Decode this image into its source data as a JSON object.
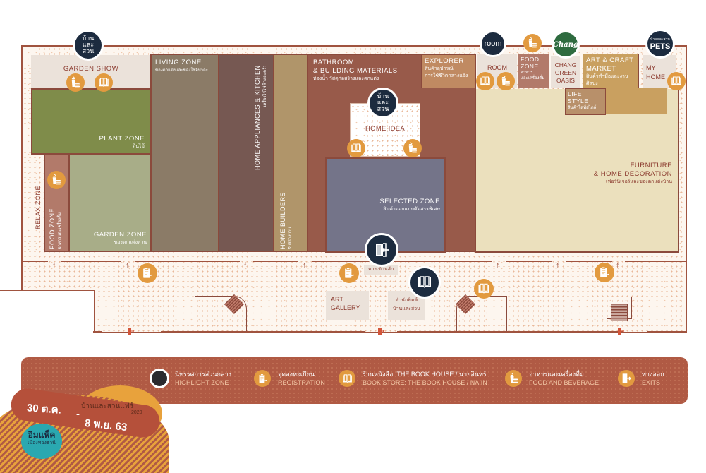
{
  "map": {
    "logos": {
      "baan_lae_suan": "บ้าน และ สวน",
      "room": "room",
      "chang": "Chang",
      "pets_small": "บ้านและสวน",
      "pets": "PETS"
    },
    "zones": {
      "garden_show": {
        "title": "GARDEN SHOW"
      },
      "plant_zone": {
        "title": "PLANT ZONE",
        "sub": "ต้นไม้"
      },
      "living_zone": {
        "title": "LIVING ZONE",
        "sub": "ของตกแต่งและของใช้จิปาถะ"
      },
      "home_appliances": {
        "title": "HOME APPLIANCES & KITCHEN",
        "sub": "เครื่องใช้ไฟฟ้าและครัว"
      },
      "home_builders": {
        "title": "HOME BUILDERS",
        "sub": "รับสร้างบ้าน"
      },
      "bathroom": {
        "title1": "BATHROOM",
        "title2": "& BUILDING MATERIALS",
        "sub": "ห้องน้ำ วัสดุก่อสร้างและตกแต่ง"
      },
      "explorer": {
        "title": "EXPLORER",
        "sub1": "สินค้าอุปกรณ์",
        "sub2": "การใช้ชีวิตกลางแจ้ง"
      },
      "home_idea": {
        "title": "HOME IDEA"
      },
      "selected_zone": {
        "title": "SELECTED ZONE",
        "sub": "สินค้าออกแบบคัดสรรพิเศษ"
      },
      "room": {
        "title": "ROOM"
      },
      "food_zone_top": {
        "title1": "FOOD",
        "title2": "ZONE",
        "sub1": "อาหาร",
        "sub2": "และเครื่องดื่ม"
      },
      "chang_green_oasis": {
        "title1": "CHANG",
        "title2": "GREEN",
        "title3": "OASIS"
      },
      "art_craft": {
        "title1": "ART & CRAFT",
        "title2": "MARKET",
        "sub": "สินค้าทำมือและงานศิลปะ"
      },
      "my_home": {
        "title1": "MY",
        "title2": "HOME"
      },
      "life_style": {
        "title1": "LIFE",
        "title2": "STYLE",
        "sub": "สินค้าไลฟ์สไตล์"
      },
      "furniture": {
        "title1": "FURNITURE",
        "title2": "& HOME DECORATION",
        "sub": "เฟอร์นิเจอร์และของตกแต่งบ้าน"
      },
      "relax_zone": {
        "title": "RELAX ZONE"
      },
      "food_zone_left": {
        "title": "FOOD ZONE",
        "sub": "อาหารและเครื่องดื่ม"
      },
      "garden_zone": {
        "title": "GARDEN ZONE",
        "sub": "ของตกแต่งสวน"
      },
      "art_gallery": {
        "title1": "ART",
        "title2": "GALLERY"
      },
      "publisher": {
        "sub1": "สำนักพิมพ์",
        "sub2": "บ้านและสวน"
      },
      "main_entrance": {
        "label": "ทางเข้าหลัก"
      }
    },
    "arrow_glyph": "↑"
  },
  "legend": {
    "items": [
      {
        "icon": "highlight-circle",
        "th": "นิทรรศการส่วนกลาง",
        "en": "HIGHLIGHT ZONE"
      },
      {
        "icon": "registration-icon",
        "th": "จุดลงทะเบียน",
        "en": "REGISTRATION"
      },
      {
        "icon": "book-icon",
        "th": "ร้านหนังสือ: THE BOOK HOUSE / นายอินทร์",
        "en": "BOOK STORE: THE BOOK HOUSE / NAIIN"
      },
      {
        "icon": "food-icon",
        "th": "อาหารและเครื่องดื่ม",
        "en": "FOOD AND BEVERAGE"
      },
      {
        "icon": "exit-icon",
        "th": "ทางออก",
        "en": "EXITS"
      }
    ]
  },
  "event": {
    "name": "บ้านและสวนแฟร์",
    "year": "2020",
    "date_start": "30 ต.ค.",
    "date_sep": "-",
    "date_end": "8 พ.ย. 63",
    "venue": "อิมแพ็ค",
    "venue_sub": "เมืองทองธานี"
  },
  "colors": {
    "wall": "#a0533f",
    "navy": "#1c2b3f",
    "orange": "#e29a3f",
    "legend_bg": "#b05a44"
  }
}
